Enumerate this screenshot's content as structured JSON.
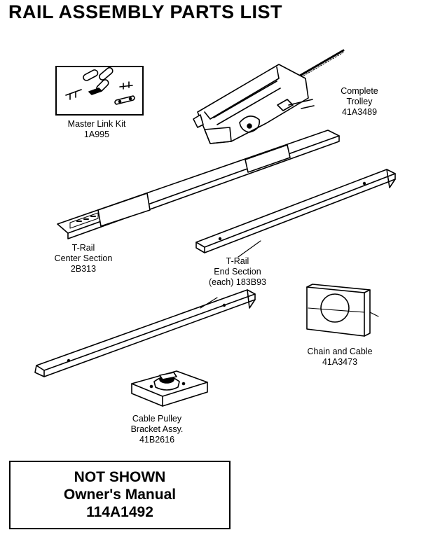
{
  "title": "RAIL ASSEMBLY PARTS LIST",
  "parts": {
    "master_link": {
      "name": "Master Link Kit",
      "number": "1A995"
    },
    "trolley": {
      "line1": "Complete",
      "line2": "Trolley",
      "number": "41A3489"
    },
    "center_section": {
      "line1": "T-Rail",
      "line2": "Center Section",
      "number": "2B313"
    },
    "end_section": {
      "line1": "T-Rail",
      "line2": "End Section",
      "number": "(each) 183B93"
    },
    "chain_cable": {
      "name": "Chain and Cable",
      "number": "41A3473"
    },
    "pulley": {
      "line1": "Cable Pulley",
      "line2": "Bracket Assy.",
      "number": "41B2616"
    }
  },
  "not_shown": {
    "heading": "NOT SHOWN",
    "item": "Owner's Manual",
    "number": "114A1492"
  }
}
